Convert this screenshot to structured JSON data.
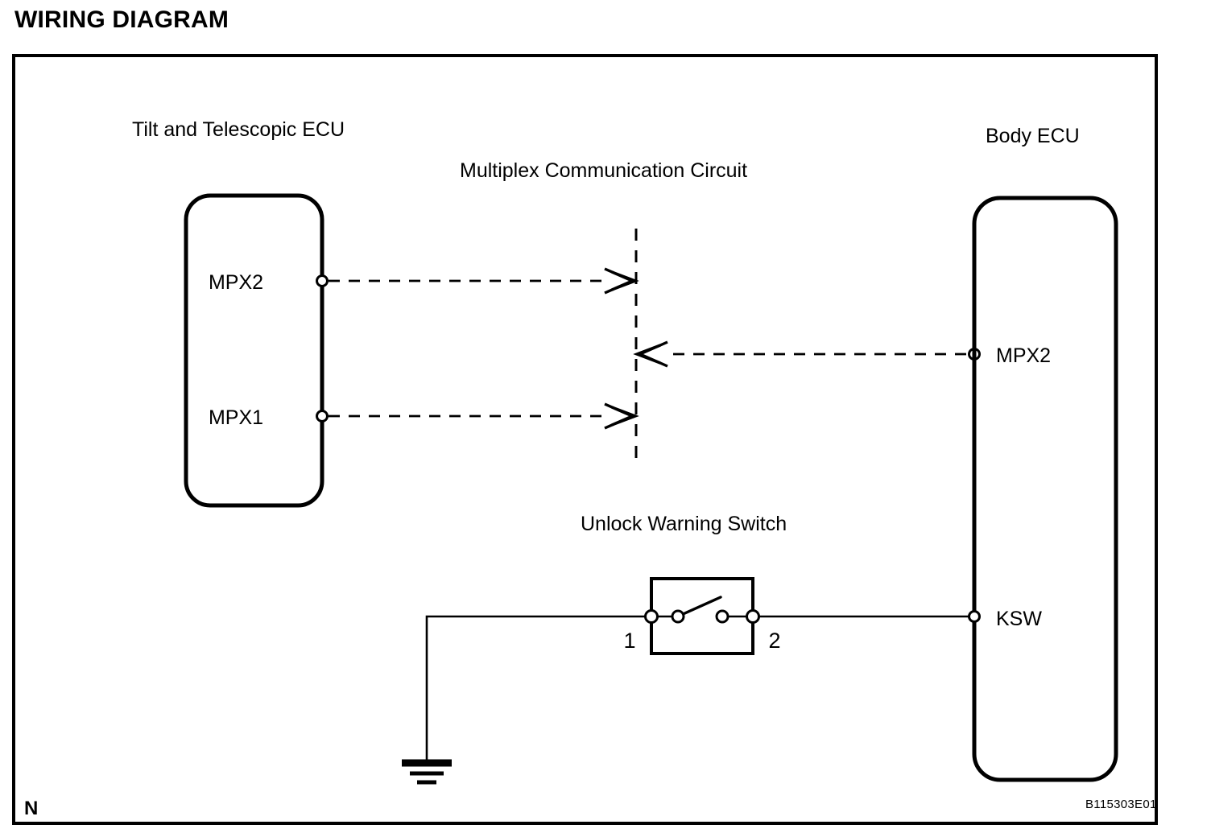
{
  "page": {
    "title": "WIRING DIAGRAM",
    "corner_mark": "N",
    "part_code": "B115303E01",
    "line_color": "#000000",
    "background": "#ffffff"
  },
  "diagram": {
    "type": "automotive-wiring-schematic",
    "left_ecu": {
      "label": "Tilt and Telescopic ECU",
      "terminals": [
        {
          "name": "MPX2",
          "side": "right",
          "signal": "dashed",
          "direction": "out"
        },
        {
          "name": "MPX1",
          "side": "right",
          "signal": "dashed",
          "direction": "out"
        }
      ]
    },
    "right_ecu": {
      "label": "Body ECU",
      "terminals": [
        {
          "name": "MPX2",
          "side": "left",
          "signal": "dashed",
          "direction": "out"
        },
        {
          "name": "KSW",
          "side": "left",
          "signal": "solid",
          "direction": "in"
        }
      ]
    },
    "bus": {
      "label": "Multiplex Communication Circuit",
      "style": "vertical-dashed"
    },
    "switch": {
      "label": "Unlock Warning Switch",
      "state": "open",
      "terminals": [
        {
          "number": "1",
          "position": "left"
        },
        {
          "number": "2",
          "position": "right"
        }
      ]
    },
    "ground": {
      "name": "chassis-ground",
      "connected_to": "1"
    }
  }
}
